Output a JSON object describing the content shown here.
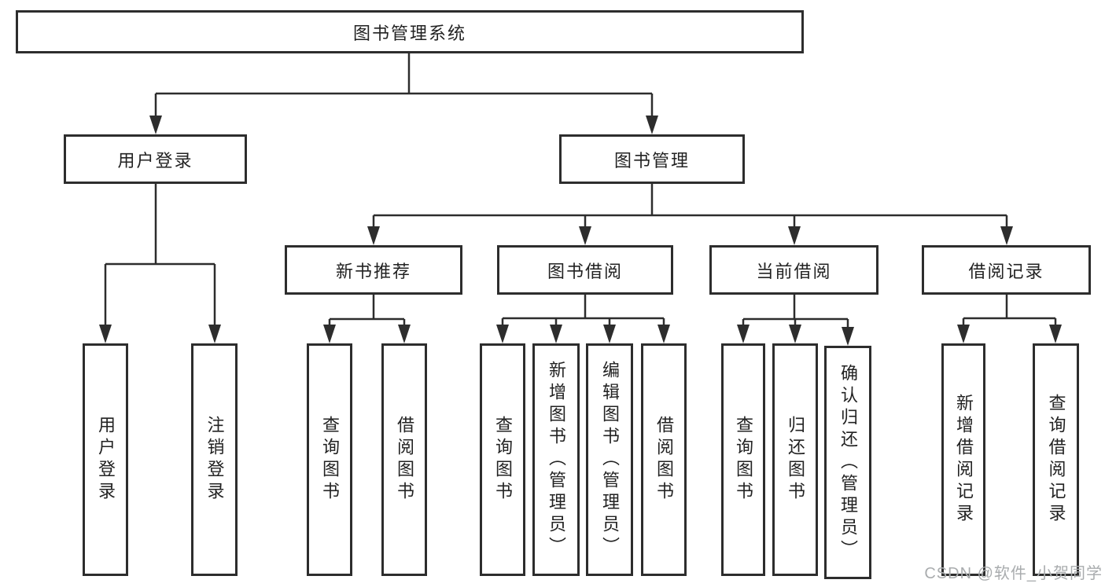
{
  "diagram": {
    "type": "hierarchy-tree",
    "tree": {
      "root": {
        "label": "图书管理系统"
      },
      "children": [
        {
          "label": "用户登录",
          "children": [
            {
              "label": "用户登录"
            },
            {
              "label": "注销登录"
            }
          ]
        },
        {
          "label": "图书管理",
          "children": [
            {
              "label": "新书推荐",
              "children": [
                {
                  "label": "查询图书"
                },
                {
                  "label": "借阅图书"
                }
              ]
            },
            {
              "label": "图书借阅",
              "children": [
                {
                  "label": "查询图书"
                },
                {
                  "label": "新增图书（管理员）"
                },
                {
                  "label": "编辑图书（管理员）"
                },
                {
                  "label": "借阅图书"
                }
              ]
            },
            {
              "label": "当前借阅",
              "children": [
                {
                  "label": "查询图书"
                },
                {
                  "label": "归还图书"
                },
                {
                  "label": "确认归还（管理员）"
                }
              ]
            },
            {
              "label": "借阅记录",
              "children": [
                {
                  "label": "新增借阅记录"
                },
                {
                  "label": "查询借阅记录"
                }
              ]
            }
          ]
        }
      ]
    },
    "colors": {
      "line": "#2d2d2d",
      "box_border": "#2d2d2d",
      "box_background": "#ffffff",
      "text": "#222222",
      "background": "#ffffff"
    }
  },
  "watermark": {
    "text": "CSDN @软件_小贺同学",
    "color": "#a9acae"
  }
}
